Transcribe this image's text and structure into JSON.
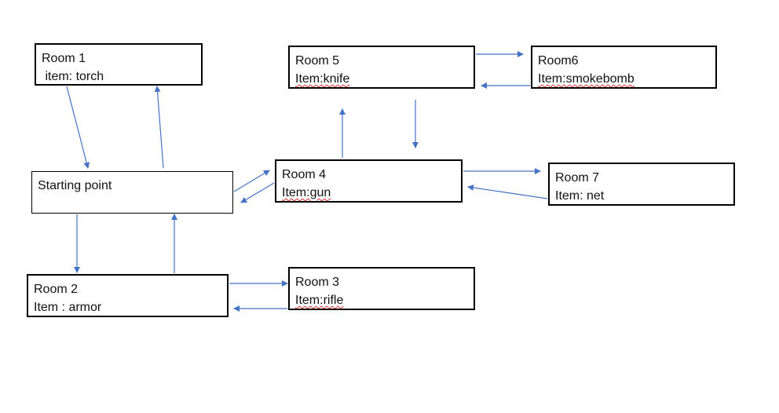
{
  "diagram": {
    "colors": {
      "arrow": "#4472c4",
      "box_border": "#000000",
      "text": "#111111",
      "spellcheck_underline": "#e0302a"
    },
    "nodes": {
      "room1": {
        "title": "Room 1",
        "item": " item: torch"
      },
      "start": {
        "title": "Starting point"
      },
      "room2": {
        "title": "Room 2",
        "item": "Item : armor"
      },
      "room3": {
        "title": "Room 3",
        "item": "Item:rifle"
      },
      "room4": {
        "title": "Room 4",
        "item": "Item:gun"
      },
      "room5": {
        "title": "Room 5",
        "item": "Item:knife"
      },
      "room6": {
        "title": "Room6",
        "item": "Item:smokebomb"
      },
      "room7": {
        "title": "Room 7",
        "item": "Item: net"
      }
    },
    "edges": [
      {
        "from": "room1",
        "to": "start"
      },
      {
        "from": "start",
        "to": "room1"
      },
      {
        "from": "start",
        "to": "room2"
      },
      {
        "from": "room2",
        "to": "start"
      },
      {
        "from": "start",
        "to": "room4"
      },
      {
        "from": "room4",
        "to": "start"
      },
      {
        "from": "room2",
        "to": "room3"
      },
      {
        "from": "room3",
        "to": "room2"
      },
      {
        "from": "room4",
        "to": "room5"
      },
      {
        "from": "room5",
        "to": "room4"
      },
      {
        "from": "room5",
        "to": "room6"
      },
      {
        "from": "room6",
        "to": "room5"
      },
      {
        "from": "room4",
        "to": "room7"
      },
      {
        "from": "room7",
        "to": "room4"
      }
    ]
  }
}
